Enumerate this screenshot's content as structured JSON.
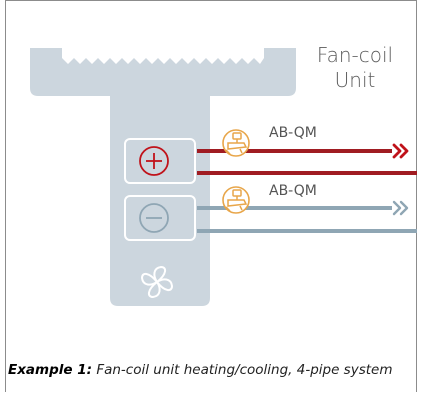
{
  "diagram": {
    "unit_title_line1": "Fan-coil",
    "unit_title_line2": "Unit",
    "valve_upper_label": "AB-QM",
    "valve_lower_label": "AB-QM",
    "caption_label": "Example 1:",
    "caption_text": " Fan-coil unit heating/cooling, 4-pipe system",
    "colors": {
      "unit_body": "#ccd6de",
      "heating_pipe": "#a01c22",
      "cooling_pipe": "#8fa6b4",
      "valve": "#e8a64a",
      "frame": "#8c8c8c"
    },
    "icons": {
      "heating_coil": "plus-circle-icon",
      "cooling_coil": "minus-circle-icon",
      "fan": "fan-icon",
      "valve": "valve-icon",
      "flow_arrow": "double-chevron-icon"
    }
  }
}
